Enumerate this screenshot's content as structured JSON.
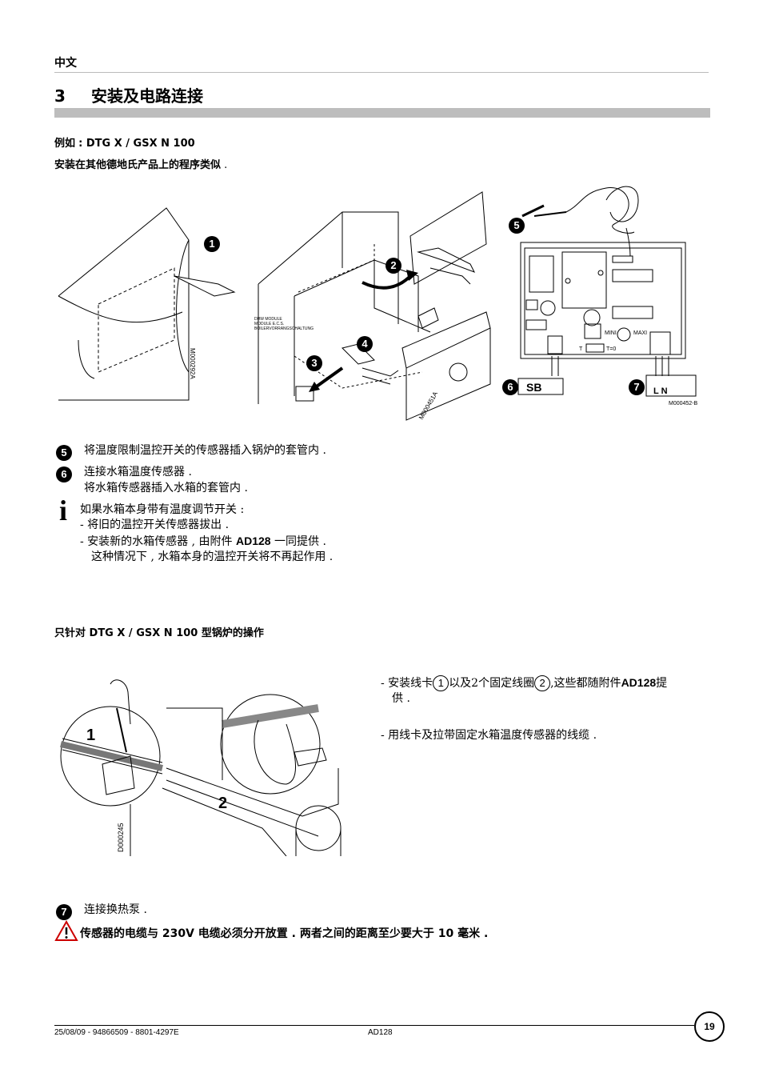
{
  "header": {
    "language": "中文"
  },
  "section": {
    "number": "3",
    "title": "安装及电路连接"
  },
  "example": {
    "label": "例如",
    "model": ": DTG X / GSX N 100"
  },
  "intro": {
    "text": "安装在其他德地氏产品上的程序类似",
    "dot": " ."
  },
  "figure1": {
    "code_left": "M000292A",
    "code_mid": "M000451A",
    "code_right": "M000452-B",
    "module_label_1": "DHW MODULE",
    "module_label_2": "MODULE E.C.S.",
    "module_label_3": "BOILERVORRANGSCHALTUNG",
    "callouts": [
      "1",
      "2",
      "3",
      "4",
      "5",
      "6",
      "7"
    ],
    "sb_label": "SB",
    "mini_label": "MINI",
    "maxi_label": "MAXI",
    "t_label": "T",
    "t0_label": "T=0",
    "lin_label": "L  N"
  },
  "steps": {
    "s5": {
      "num": "5",
      "text": "将温度限制温控开关的传感器插入锅炉的套管内 ."
    },
    "s6": {
      "num": "6",
      "line1": "连接水箱温度传感器 .",
      "line2": "将水箱传感器插入水箱的套管内 ."
    },
    "info": {
      "icon": "i",
      "line1": "如果水箱本身带有温度调节开关 :",
      "line2": "-  将旧的温控开关传感器拔出 .",
      "line3a": "-  安装新的水箱传感器 , 由附件 ",
      "line3b": "AD128",
      "line3c": " 一同提供 .",
      "line4": "这种情况下 , 水箱本身的温控开关将不再起作用 ."
    }
  },
  "subsection": {
    "title": "只针对 DTG X / GSX N 100 型锅炉的操作"
  },
  "figure2": {
    "code": "D000245",
    "callouts": [
      "1",
      "2"
    ]
  },
  "right": {
    "b1_a": "-  安装线卡",
    "b1_n1": "1",
    "b1_b": "以及2个固定线圈",
    "b1_n2": "2",
    "b1_c": ",这些都随附件",
    "b1_d": "AD128",
    "b1_e": "提",
    "b1_f": "供 .",
    "b2": "-  用线卡及拉带固定水箱温度传感器的线缆 ."
  },
  "step7": {
    "num": "7",
    "text": "连接换热泵 ."
  },
  "warning": {
    "text": "传感器的电缆与 230V 电缆必须分开放置 . 两者之间的距离至少要大于 10 毫米 ."
  },
  "footer": {
    "left": "25/08/09 - 94866509 - 8801-4297E",
    "center": "AD128",
    "page": "19"
  }
}
